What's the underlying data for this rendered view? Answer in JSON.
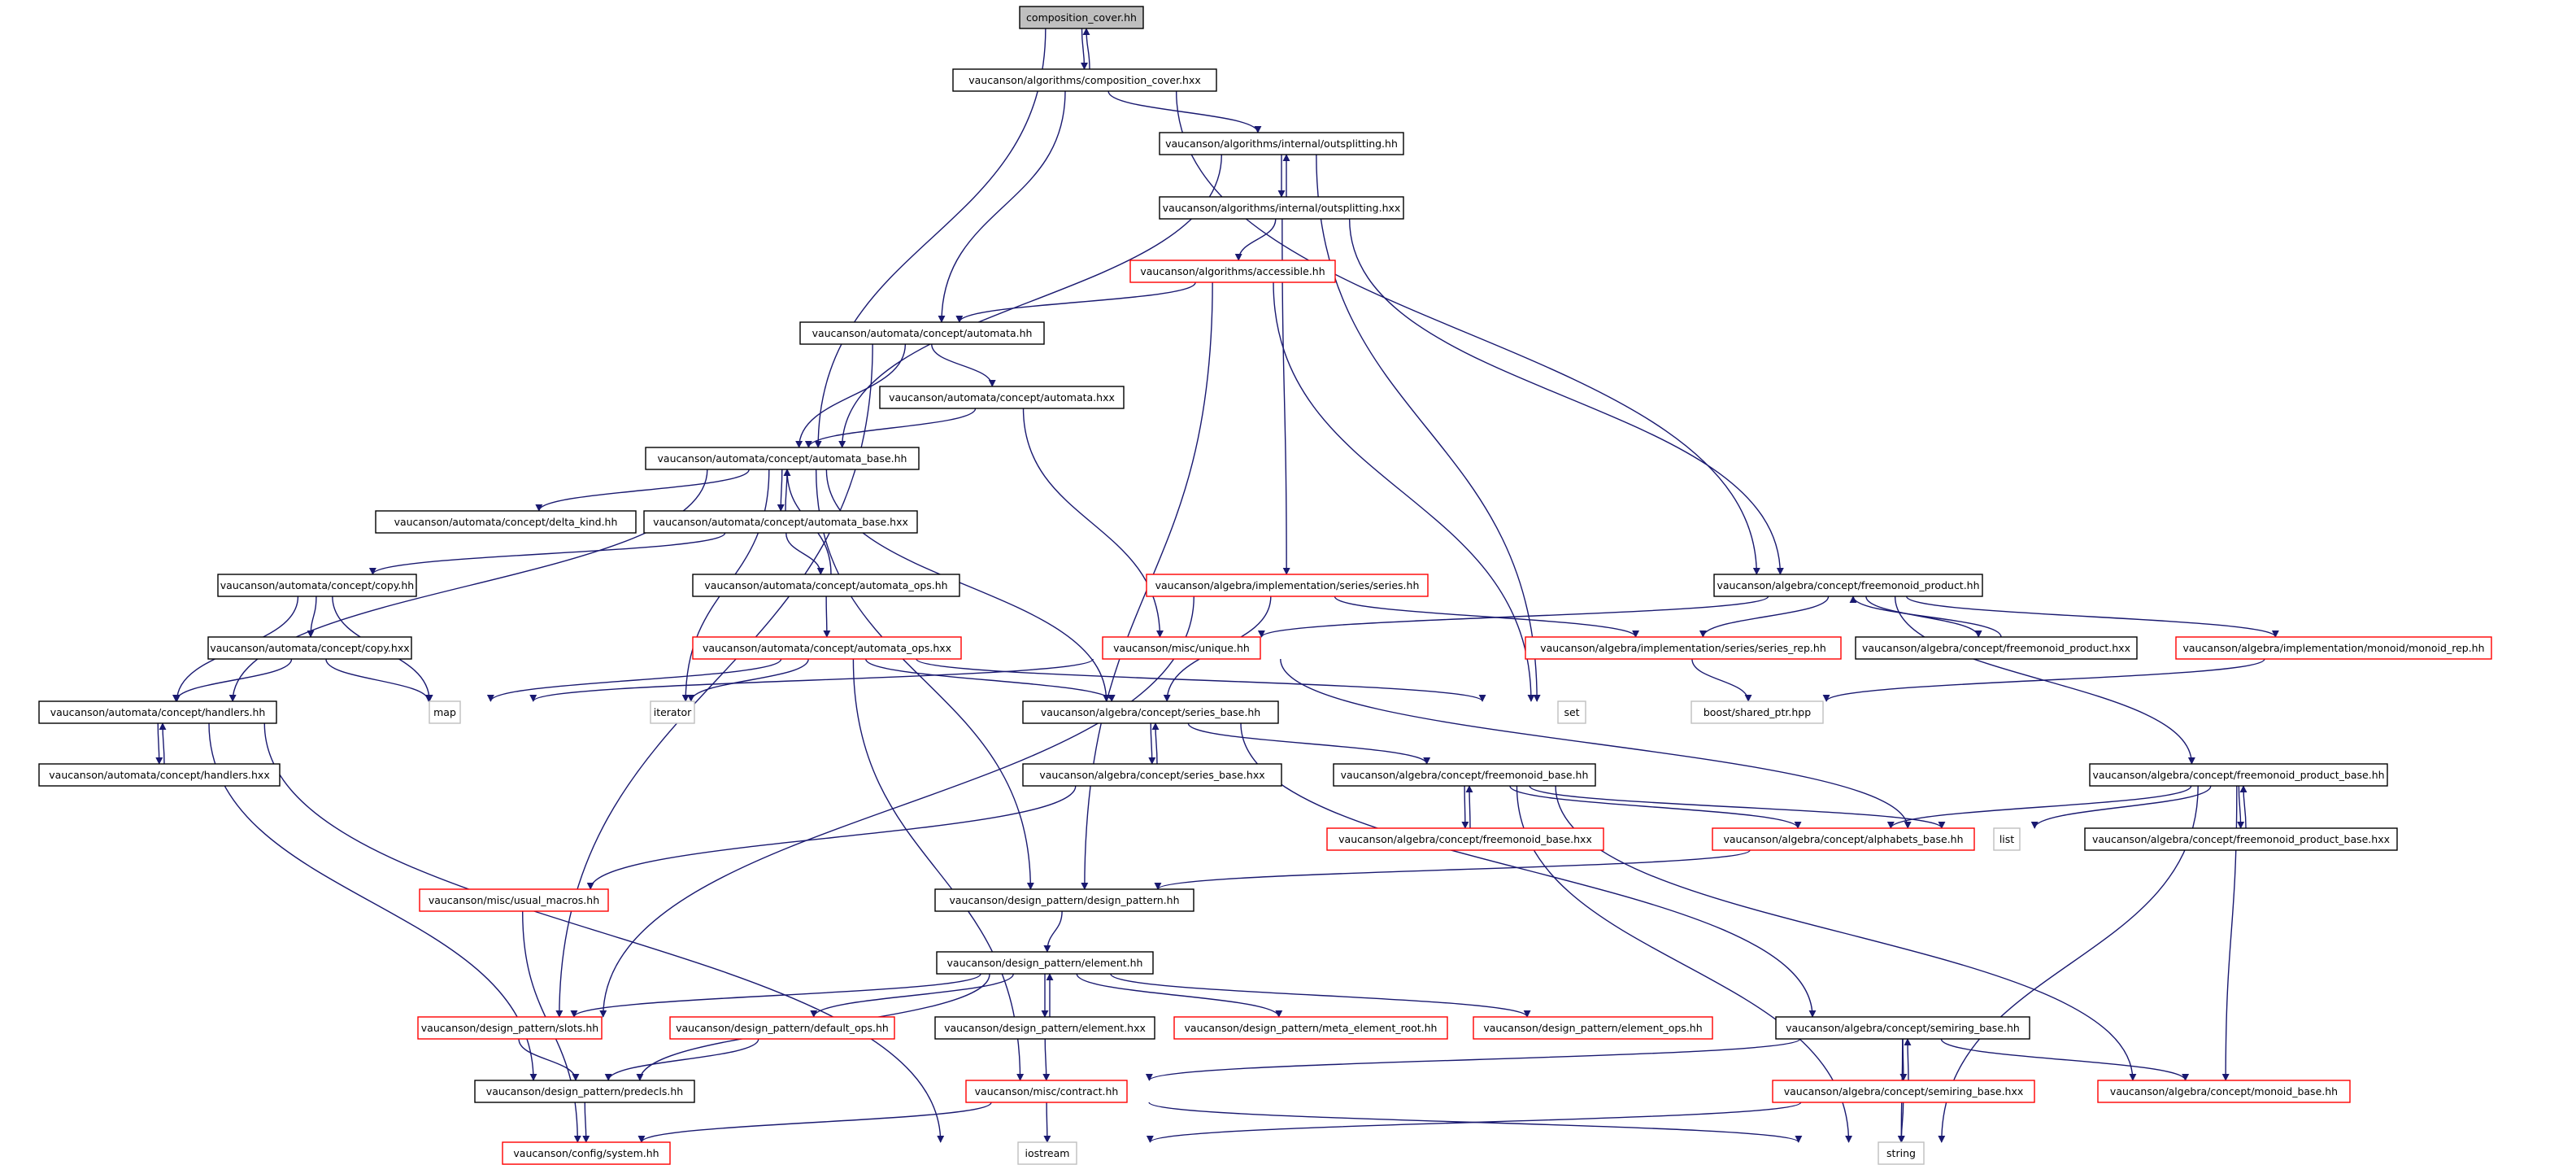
{
  "graph": {
    "colors": {
      "edge": "#191970",
      "node_border_default": "#000000",
      "node_border_incomplete": "#ff0000",
      "node_border_external": "#bfbfbf",
      "node_fill_root": "#bfbfbf",
      "node_fill": "#ffffff"
    },
    "nodes": {
      "composition_cover_hh": {
        "label": "composition_cover.hh",
        "kind": "root"
      },
      "composition_cover_hxx": {
        "label": "vaucanson/algorithms/composition_cover.hxx",
        "kind": "normal"
      },
      "outsplitting_hh": {
        "label": "vaucanson/algorithms/internal/outsplitting.hh",
        "kind": "normal"
      },
      "outsplitting_hxx": {
        "label": "vaucanson/algorithms/internal/outsplitting.hxx",
        "kind": "normal"
      },
      "accessible_hh": {
        "label": "vaucanson/algorithms/accessible.hh",
        "kind": "incomplete"
      },
      "automata_hh": {
        "label": "vaucanson/automata/concept/automata.hh",
        "kind": "normal"
      },
      "automata_hxx": {
        "label": "vaucanson/automata/concept/automata.hxx",
        "kind": "normal"
      },
      "automata_base_hh": {
        "label": "vaucanson/automata/concept/automata_base.hh",
        "kind": "normal"
      },
      "delta_kind_hh": {
        "label": "vaucanson/automata/concept/delta_kind.hh",
        "kind": "normal"
      },
      "automata_base_hxx": {
        "label": "vaucanson/automata/concept/automata_base.hxx",
        "kind": "normal"
      },
      "copy_hh": {
        "label": "vaucanson/automata/concept/copy.hh",
        "kind": "normal"
      },
      "automata_ops_hh": {
        "label": "vaucanson/automata/concept/automata_ops.hh",
        "kind": "normal"
      },
      "series_hh": {
        "label": "vaucanson/algebra/implementation/series/series.hh",
        "kind": "incomplete"
      },
      "freemonoid_product_hh": {
        "label": "vaucanson/algebra/concept/freemonoid_product.hh",
        "kind": "normal"
      },
      "copy_hxx": {
        "label": "vaucanson/automata/concept/copy.hxx",
        "kind": "normal"
      },
      "automata_ops_hxx": {
        "label": "vaucanson/automata/concept/automata_ops.hxx",
        "kind": "incomplete"
      },
      "unique_hh": {
        "label": "vaucanson/misc/unique.hh",
        "kind": "incomplete"
      },
      "series_rep_hh": {
        "label": "vaucanson/algebra/implementation/series/series_rep.hh",
        "kind": "incomplete"
      },
      "freemonoid_product_hxx": {
        "label": "vaucanson/algebra/concept/freemonoid_product.hxx",
        "kind": "normal"
      },
      "monoid_rep_hh": {
        "label": "vaucanson/algebra/implementation/monoid/monoid_rep.hh",
        "kind": "incomplete"
      },
      "handlers_hh": {
        "label": "vaucanson/automata/concept/handlers.hh",
        "kind": "normal"
      },
      "map": {
        "label": "map",
        "kind": "external"
      },
      "iterator": {
        "label": "iterator",
        "kind": "external"
      },
      "series_base_hh": {
        "label": "vaucanson/algebra/concept/series_base.hh",
        "kind": "normal"
      },
      "set": {
        "label": "set",
        "kind": "external"
      },
      "shared_ptr_hpp": {
        "label": "boost/shared_ptr.hpp",
        "kind": "external"
      },
      "handlers_hxx": {
        "label": "vaucanson/automata/concept/handlers.hxx",
        "kind": "normal"
      },
      "series_base_hxx": {
        "label": "vaucanson/algebra/concept/series_base.hxx",
        "kind": "normal"
      },
      "freemonoid_base_hh": {
        "label": "vaucanson/algebra/concept/freemonoid_base.hh",
        "kind": "normal"
      },
      "freemonoid_product_base_hh": {
        "label": "vaucanson/algebra/concept/freemonoid_product_base.hh",
        "kind": "normal"
      },
      "freemonoid_base_hxx": {
        "label": "vaucanson/algebra/concept/freemonoid_base.hxx",
        "kind": "incomplete"
      },
      "alphabets_base_hh": {
        "label": "vaucanson/algebra/concept/alphabets_base.hh",
        "kind": "incomplete"
      },
      "list": {
        "label": "list",
        "kind": "external"
      },
      "freemonoid_product_base_hxx": {
        "label": "vaucanson/algebra/concept/freemonoid_product_base.hxx",
        "kind": "normal"
      },
      "usual_macros_hh": {
        "label": "vaucanson/misc/usual_macros.hh",
        "kind": "incomplete"
      },
      "design_pattern_hh": {
        "label": "vaucanson/design_pattern/design_pattern.hh",
        "kind": "normal"
      },
      "element_hh": {
        "label": "vaucanson/design_pattern/element.hh",
        "kind": "normal"
      },
      "slots_hh": {
        "label": "vaucanson/design_pattern/slots.hh",
        "kind": "incomplete"
      },
      "default_ops_hh": {
        "label": "vaucanson/design_pattern/default_ops.hh",
        "kind": "incomplete"
      },
      "element_hxx": {
        "label": "vaucanson/design_pattern/element.hxx",
        "kind": "normal"
      },
      "meta_element_root_hh": {
        "label": "vaucanson/design_pattern/meta_element_root.hh",
        "kind": "incomplete"
      },
      "element_ops_hh": {
        "label": "vaucanson/design_pattern/element_ops.hh",
        "kind": "incomplete"
      },
      "semiring_base_hh": {
        "label": "vaucanson/algebra/concept/semiring_base.hh",
        "kind": "normal"
      },
      "predecls_hh": {
        "label": "vaucanson/design_pattern/predecls.hh",
        "kind": "normal"
      },
      "contract_hh": {
        "label": "vaucanson/misc/contract.hh",
        "kind": "incomplete"
      },
      "semiring_base_hxx": {
        "label": "vaucanson/algebra/concept/semiring_base.hxx",
        "kind": "incomplete"
      },
      "monoid_base_hh": {
        "label": "vaucanson/algebra/concept/monoid_base.hh",
        "kind": "incomplete"
      },
      "system_hh": {
        "label": "vaucanson/config/system.hh",
        "kind": "incomplete"
      },
      "iostream": {
        "label": "iostream",
        "kind": "external"
      },
      "string": {
        "label": "string",
        "kind": "external"
      }
    },
    "edges": [
      [
        "composition_cover_hh",
        "composition_cover_hxx"
      ],
      [
        "composition_cover_hh",
        "automata_base_hh"
      ],
      [
        "composition_cover_hxx",
        "composition_cover_hh"
      ],
      [
        "composition_cover_hxx",
        "outsplitting_hh"
      ],
      [
        "composition_cover_hxx",
        "automata_hh"
      ],
      [
        "composition_cover_hxx",
        "freemonoid_product_hh"
      ],
      [
        "outsplitting_hh",
        "outsplitting_hxx"
      ],
      [
        "outsplitting_hh",
        "automata_base_hh"
      ],
      [
        "outsplitting_hh",
        "set"
      ],
      [
        "outsplitting_hxx",
        "outsplitting_hh"
      ],
      [
        "outsplitting_hxx",
        "accessible_hh"
      ],
      [
        "outsplitting_hxx",
        "series_hh"
      ],
      [
        "outsplitting_hxx",
        "freemonoid_product_hh"
      ],
      [
        "accessible_hh",
        "automata_hh"
      ],
      [
        "accessible_hh",
        "design_pattern_hh"
      ],
      [
        "accessible_hh",
        "set"
      ],
      [
        "automata_hh",
        "automata_hxx"
      ],
      [
        "automata_hh",
        "automata_base_hh"
      ],
      [
        "automata_hh",
        "slots_hh"
      ],
      [
        "automata_hxx",
        "automata_base_hh"
      ],
      [
        "automata_hxx",
        "unique_hh"
      ],
      [
        "automata_base_hh",
        "delta_kind_hh"
      ],
      [
        "automata_base_hh",
        "automata_base_hxx"
      ],
      [
        "automata_base_hh",
        "handlers_hh"
      ],
      [
        "automata_base_hh",
        "iterator"
      ],
      [
        "automata_base_hh",
        "series_base_hh"
      ],
      [
        "automata_base_hh",
        "design_pattern_hh"
      ],
      [
        "automata_base_hxx",
        "automata_base_hh"
      ],
      [
        "automata_base_hxx",
        "copy_hh"
      ],
      [
        "automata_base_hxx",
        "automata_ops_hh"
      ],
      [
        "automata_ops_hh",
        "automata_base_hh"
      ],
      [
        "automata_ops_hh",
        "automata_ops_hxx"
      ],
      [
        "automata_ops_hxx",
        "series_base_hh"
      ],
      [
        "automata_ops_hxx",
        "map"
      ],
      [
        "automata_ops_hxx",
        "iterator"
      ],
      [
        "automata_ops_hxx",
        "set"
      ],
      [
        "automata_ops_hxx",
        "contract_hh"
      ],
      [
        "copy_hh",
        "copy_hxx"
      ],
      [
        "copy_hh",
        "handlers_hh"
      ],
      [
        "copy_hh",
        "map"
      ],
      [
        "copy_hxx",
        "handlers_hh"
      ],
      [
        "copy_hxx",
        "map"
      ],
      [
        "handlers_hh",
        "handlers_hxx"
      ],
      [
        "handlers_hh",
        "predecls_hh"
      ],
      [
        "handlers_hh",
        "iostream"
      ],
      [
        "handlers_hxx",
        "handlers_hh"
      ],
      [
        "series_hh",
        "series_rep_hh"
      ],
      [
        "series_hh",
        "series_base_hh"
      ],
      [
        "series_hh",
        "slots_hh"
      ],
      [
        "series_rep_hh",
        "shared_ptr_hpp"
      ],
      [
        "freemonoid_product_hh",
        "unique_hh"
      ],
      [
        "freemonoid_product_hh",
        "series_rep_hh"
      ],
      [
        "freemonoid_product_hh",
        "freemonoid_product_hxx"
      ],
      [
        "freemonoid_product_hh",
        "monoid_rep_hh"
      ],
      [
        "freemonoid_product_hh",
        "freemonoid_product_base_hh"
      ],
      [
        "freemonoid_product_hxx",
        "freemonoid_product_hh"
      ],
      [
        "monoid_rep_hh",
        "shared_ptr_hpp"
      ],
      [
        "unique_hh",
        "map"
      ],
      [
        "unique_hh",
        "list"
      ],
      [
        "series_base_hh",
        "series_base_hxx"
      ],
      [
        "series_base_hh",
        "freemonoid_base_hh"
      ],
      [
        "series_base_hh",
        "semiring_base_hh"
      ],
      [
        "series_base_hxx",
        "series_base_hh"
      ],
      [
        "series_base_hxx",
        "usual_macros_hh"
      ],
      [
        "freemonoid_base_hh",
        "freemonoid_base_hxx"
      ],
      [
        "freemonoid_base_hh",
        "alphabets_base_hh"
      ],
      [
        "freemonoid_base_hh",
        "list"
      ],
      [
        "freemonoid_base_hh",
        "monoid_base_hh"
      ],
      [
        "freemonoid_base_hh",
        "string"
      ],
      [
        "freemonoid_base_hxx",
        "freemonoid_base_hh"
      ],
      [
        "freemonoid_product_base_hh",
        "freemonoid_product_base_hxx"
      ],
      [
        "freemonoid_product_base_hh",
        "alphabets_base_hh"
      ],
      [
        "freemonoid_product_base_hh",
        "list"
      ],
      [
        "freemonoid_product_base_hh",
        "monoid_base_hh"
      ],
      [
        "freemonoid_product_base_hh",
        "string"
      ],
      [
        "freemonoid_product_base_hxx",
        "freemonoid_product_base_hh"
      ],
      [
        "alphabets_base_hh",
        "design_pattern_hh"
      ],
      [
        "design_pattern_hh",
        "element_hh"
      ],
      [
        "element_hh",
        "slots_hh"
      ],
      [
        "element_hh",
        "default_ops_hh"
      ],
      [
        "element_hh",
        "element_hxx"
      ],
      [
        "element_hh",
        "meta_element_root_hh"
      ],
      [
        "element_hh",
        "element_ops_hh"
      ],
      [
        "element_hh",
        "predecls_hh"
      ],
      [
        "element_hxx",
        "element_hh"
      ],
      [
        "element_hxx",
        "contract_hh"
      ],
      [
        "slots_hh",
        "predecls_hh"
      ],
      [
        "default_ops_hh",
        "predecls_hh"
      ],
      [
        "usual_macros_hh",
        "system_hh"
      ],
      [
        "predecls_hh",
        "system_hh"
      ],
      [
        "semiring_base_hh",
        "semiring_base_hxx"
      ],
      [
        "semiring_base_hh",
        "contract_hh"
      ],
      [
        "semiring_base_hh",
        "monoid_base_hh"
      ],
      [
        "semiring_base_hh",
        "string"
      ],
      [
        "semiring_base_hxx",
        "semiring_base_hh"
      ],
      [
        "semiring_base_hxx",
        "iostream"
      ],
      [
        "semiring_base_hxx",
        "string"
      ],
      [
        "contract_hh",
        "system_hh"
      ],
      [
        "contract_hh",
        "iostream"
      ],
      [
        "contract_hh",
        "string"
      ]
    ]
  }
}
